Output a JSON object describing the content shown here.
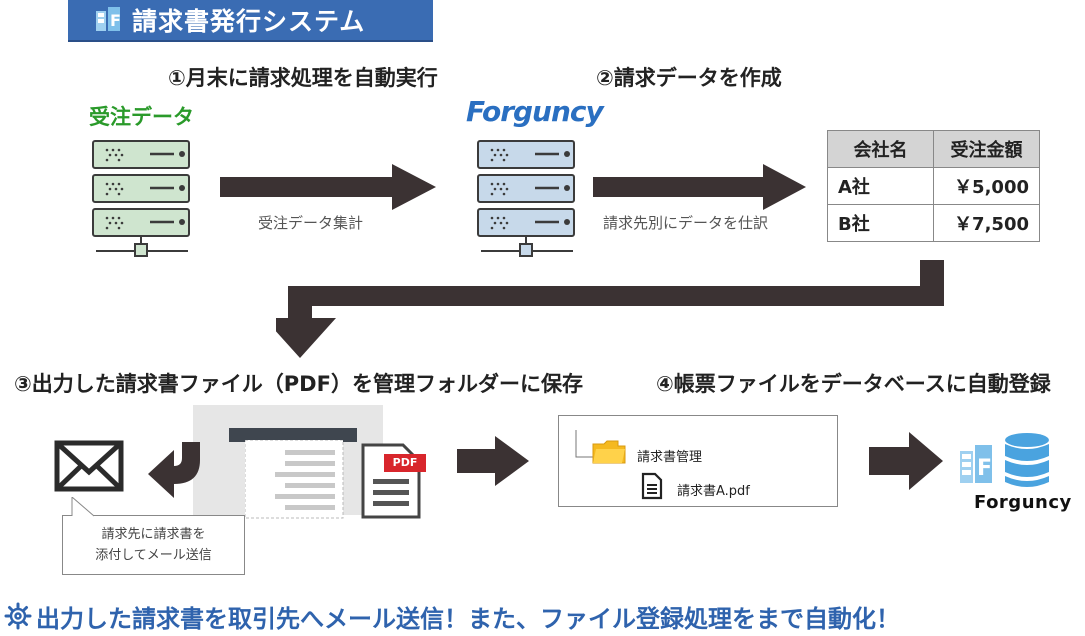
{
  "header": {
    "title": "請求書発行システム"
  },
  "steps": {
    "s1": "①月末に請求処理を自動実行",
    "s2": "②請求データを作成",
    "s3": "③出力した請求書ファイル（PDF）を管理フォルダーに保存",
    "s4": "④帳票ファイルをデータベースに自動登録"
  },
  "nodes": {
    "orders_label": "受注データ",
    "forguncy_logo": "Forguncy",
    "forguncy_db_label": "Forguncy"
  },
  "arrows": {
    "aggregate": "受注データ集計",
    "sort": "請求先別にデータを仕訳"
  },
  "table": {
    "headers": [
      "会社名",
      "受注金額"
    ],
    "rows": [
      {
        "company": "A社",
        "amount": "￥5,000"
      },
      {
        "company": "B社",
        "amount": "￥7,500"
      }
    ]
  },
  "pdf": {
    "tag": "PDF"
  },
  "folder": {
    "name": "請求書管理",
    "file": "請求書A.pdf"
  },
  "mail": {
    "line1": "請求先に請求書を",
    "line2": "添付してメール送信"
  },
  "footer": {
    "message": "出力した請求書を取引先へメール送信！また、ファイル登録処理をまで自動化！"
  },
  "colors": {
    "title_bg": "#3a6cb3",
    "arrow": "#3b3233",
    "server_green": "#cfe5cf",
    "server_blue": "#c7d9ea",
    "accent_blue": "#2f63ad",
    "label_green": "#2a9a2a"
  }
}
